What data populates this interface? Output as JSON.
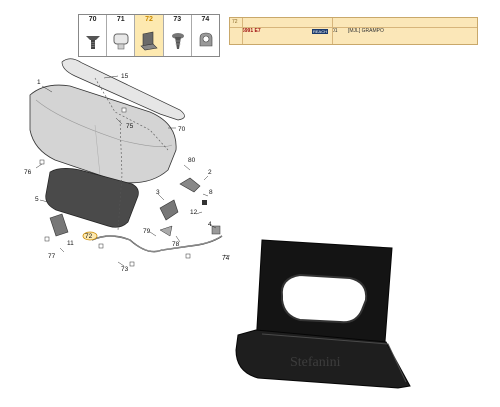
{
  "thumbnails": [
    {
      "num": "70",
      "icon": "bolt-clip-icon",
      "selected": false
    },
    {
      "num": "71",
      "icon": "cap-clip-icon",
      "selected": false
    },
    {
      "num": "72",
      "icon": "bracket-clip-icon",
      "selected": true
    },
    {
      "num": "73",
      "icon": "push-rivet-icon",
      "selected": false
    },
    {
      "num": "74",
      "icon": "hose-clip-icon",
      "selected": false
    }
  ],
  "part_row": {
    "ref": "72",
    "code": "6991 E7",
    "button": "REACH",
    "qty": "01",
    "description": "[MJL] GRAMPO"
  },
  "callouts": [
    "15",
    "1",
    "75",
    "70",
    "76",
    "80",
    "2",
    "3",
    "8",
    "5",
    "12",
    "79",
    "4",
    "72",
    "77",
    "11",
    "73",
    "78",
    "74"
  ],
  "watermark": "Stefanini"
}
